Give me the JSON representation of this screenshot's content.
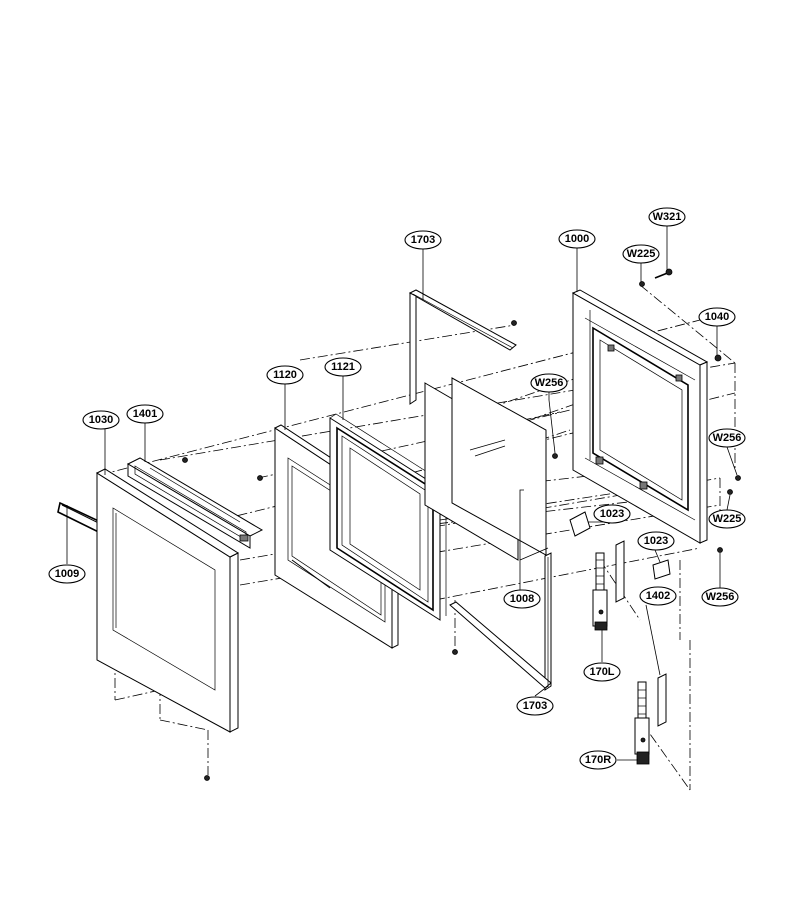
{
  "parts": {
    "p1703_top": "1703",
    "p1000": "1000",
    "p_w321": "W321",
    "p_w225_top": "W225",
    "p1040": "1040",
    "p1120": "1120",
    "p1121": "1121",
    "p_w256_a": "W256",
    "p_w256_b": "W256",
    "p_w225_b": "W225",
    "p1030": "1030",
    "p1401": "1401",
    "p1023_a": "1023",
    "p1023_b": "1023",
    "p1009": "1009",
    "p1008": "1008",
    "p1402": "1402",
    "p_w256_c": "W256",
    "p170L": "170L",
    "p1703_bottom": "1703",
    "p170R": "170R"
  }
}
